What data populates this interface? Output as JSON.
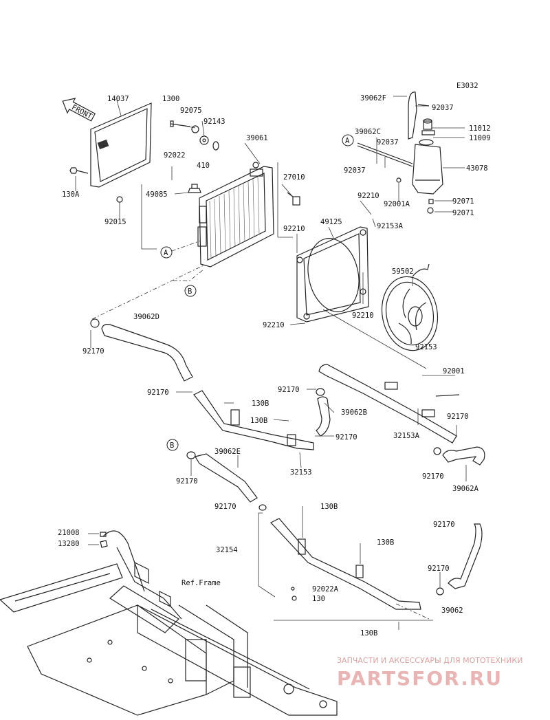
{
  "diagram_code": "E3032",
  "front_label": "FRONT",
  "ref_frame": "Ref.Frame",
  "callouts": {
    "A": "A",
    "B": "B"
  },
  "labels": [
    {
      "id": "14037",
      "text": "14037"
    },
    {
      "id": "1300",
      "text": "1300"
    },
    {
      "id": "92075",
      "text": "92075"
    },
    {
      "id": "92143",
      "text": "92143"
    },
    {
      "id": "92022",
      "text": "92022"
    },
    {
      "id": "410",
      "text": "410"
    },
    {
      "id": "39061",
      "text": "39061"
    },
    {
      "id": "27010",
      "text": "27010"
    },
    {
      "id": "49085",
      "text": "49085"
    },
    {
      "id": "130A",
      "text": "130A"
    },
    {
      "id": "92015",
      "text": "92015"
    },
    {
      "id": "39062F",
      "text": "39062F"
    },
    {
      "id": "92037-top",
      "text": "92037"
    },
    {
      "id": "39062C",
      "text": "39062C"
    },
    {
      "id": "92037-mid",
      "text": "92037"
    },
    {
      "id": "92037-low",
      "text": "92037"
    },
    {
      "id": "11012",
      "text": "11012"
    },
    {
      "id": "11009",
      "text": "11009"
    },
    {
      "id": "43078",
      "text": "43078"
    },
    {
      "id": "92001A",
      "text": "92001A"
    },
    {
      "id": "92071-a",
      "text": "92071"
    },
    {
      "id": "92071-b",
      "text": "92071"
    },
    {
      "id": "92210-a",
      "text": "92210"
    },
    {
      "id": "49125",
      "text": "49125"
    },
    {
      "id": "92210-b",
      "text": "92210"
    },
    {
      "id": "92153A",
      "text": "92153A"
    },
    {
      "id": "59502",
      "text": "59502"
    },
    {
      "id": "92210-c",
      "text": "92210"
    },
    {
      "id": "92210-d",
      "text": "92210"
    },
    {
      "id": "92153",
      "text": "92153"
    },
    {
      "id": "39062D",
      "text": "39062D"
    },
    {
      "id": "92170-a",
      "text": "92170"
    },
    {
      "id": "92001",
      "text": "92001"
    },
    {
      "id": "92170-b",
      "text": "92170"
    },
    {
      "id": "130B-a",
      "text": "130B"
    },
    {
      "id": "92170-c",
      "text": "92170"
    },
    {
      "id": "39062B",
      "text": "39062B"
    },
    {
      "id": "130B-b",
      "text": "130B"
    },
    {
      "id": "92170-d",
      "text": "92170"
    },
    {
      "id": "32153A",
      "text": "32153A"
    },
    {
      "id": "92170-e",
      "text": "92170"
    },
    {
      "id": "39062E",
      "text": "39062E"
    },
    {
      "id": "32153",
      "text": "32153"
    },
    {
      "id": "92170-f",
      "text": "92170"
    },
    {
      "id": "92170-g",
      "text": "92170"
    },
    {
      "id": "39062A",
      "text": "39062A"
    },
    {
      "id": "92170-h",
      "text": "92170"
    },
    {
      "id": "130B-c",
      "text": "130B"
    },
    {
      "id": "21008",
      "text": "21008"
    },
    {
      "id": "13280",
      "text": "13280"
    },
    {
      "id": "92170-i",
      "text": "92170"
    },
    {
      "id": "130B-d",
      "text": "130B"
    },
    {
      "id": "32154",
      "text": "32154"
    },
    {
      "id": "92170-j",
      "text": "92170"
    },
    {
      "id": "92022A",
      "text": "92022A"
    },
    {
      "id": "130",
      "text": "130"
    },
    {
      "id": "39062",
      "text": "39062"
    },
    {
      "id": "130B-e",
      "text": "130B"
    }
  ],
  "watermark": {
    "tagline": "ЗАПЧАСТИ И АКСЕССУАРЫ ДЛЯ МОТОТЕХНИКИ",
    "brand": "PARTSFOR.RU",
    "brand_color": "#e8b4b4"
  }
}
